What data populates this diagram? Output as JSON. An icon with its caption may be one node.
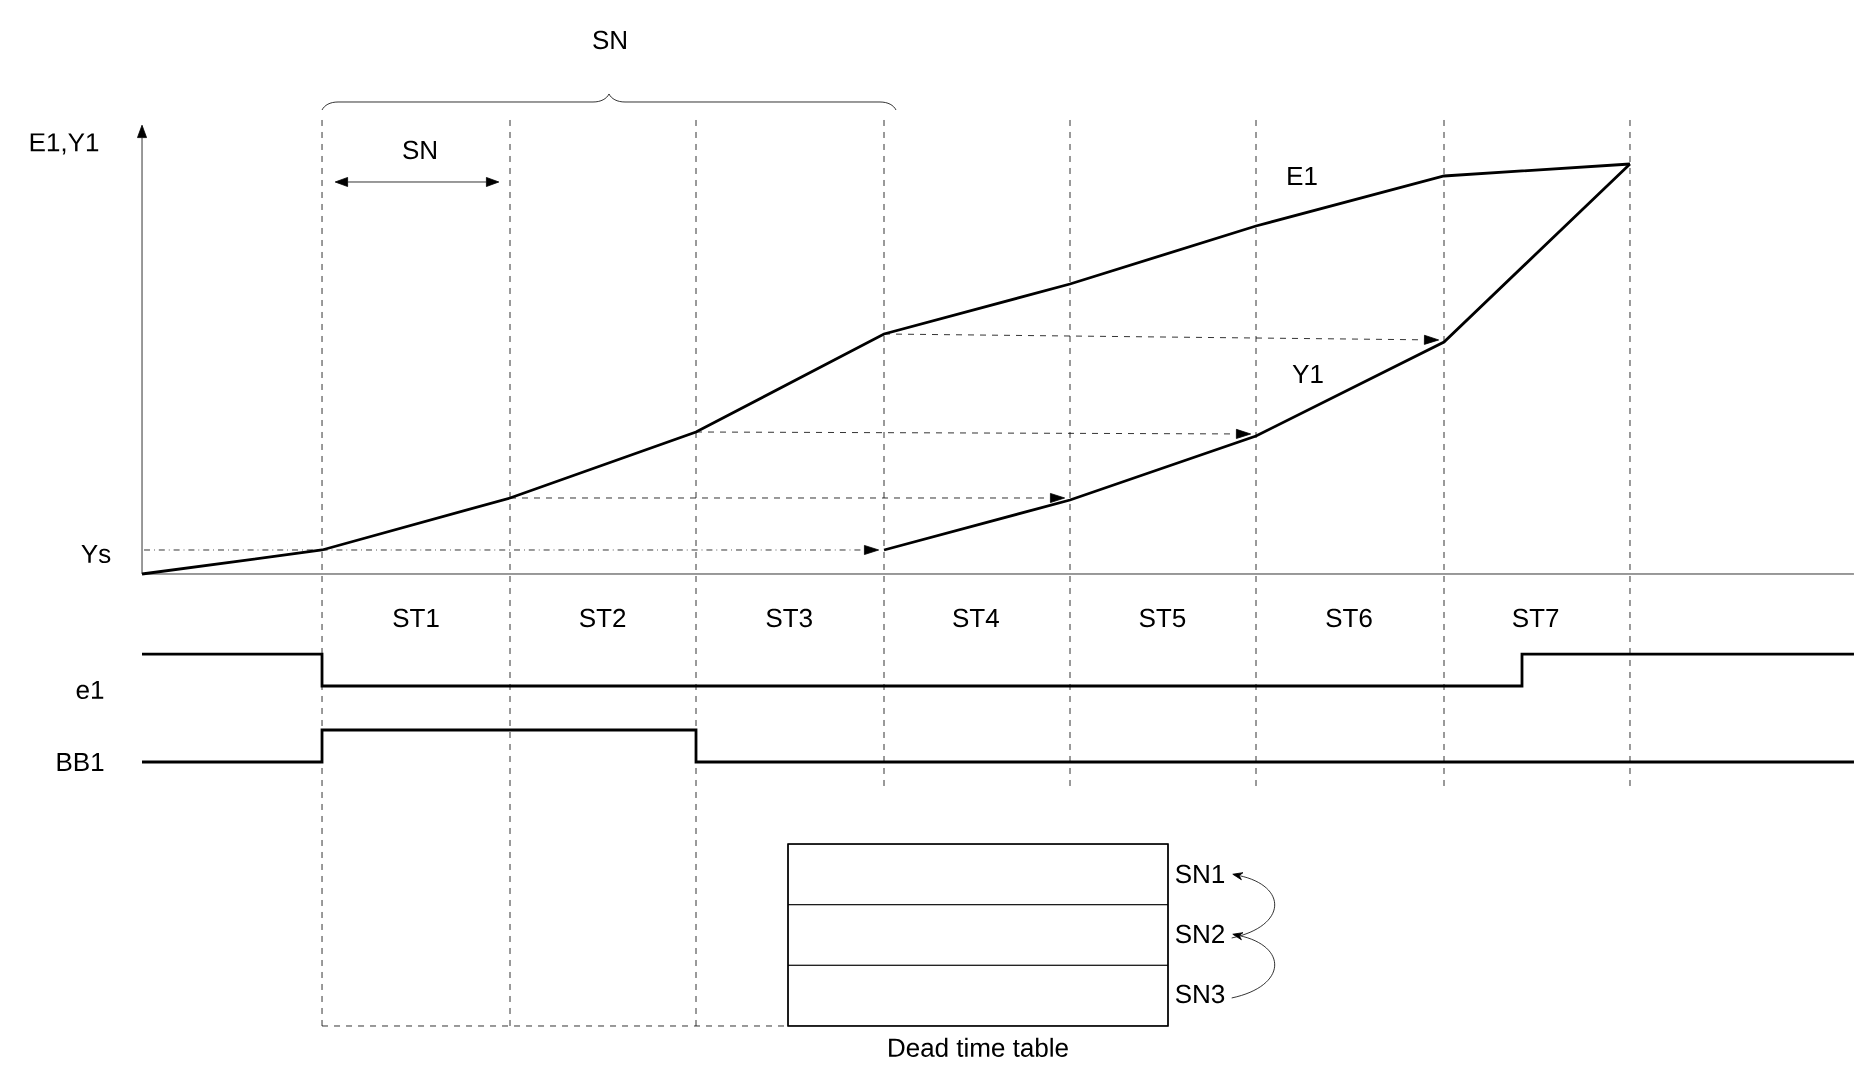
{
  "diagram": {
    "nodes": [
      {
        "text": [],
        "shape": "box",
        "beside": [
          "Dead time table"
        ]
      },
      {
        "text": [],
        "shape": "box",
        "in": 0
      },
      {
        "text": [],
        "shape": "box",
        "in": 0
      },
      {
        "text": [],
        "shape": "box",
        "in": 0
      },
      {
        "text": [
          "SN1"
        ]
      },
      {
        "text": [
          "SN2"
        ]
      },
      {
        "text": [
          "SN3"
        ]
      }
    ],
    "edges": [
      {
        "from": 5,
        "to": 4,
        "arrow": "to"
      },
      {
        "from": 6,
        "to": 5,
        "arrow": "to"
      }
    ],
    "labels": [
      "SN",
      "E1,Y1",
      "SN",
      "E1",
      "Y1",
      "Ys",
      "ST1",
      "ST2",
      "ST3",
      "ST4",
      "ST5",
      "ST6",
      "ST7",
      "e1",
      "BB1"
    ]
  }
}
